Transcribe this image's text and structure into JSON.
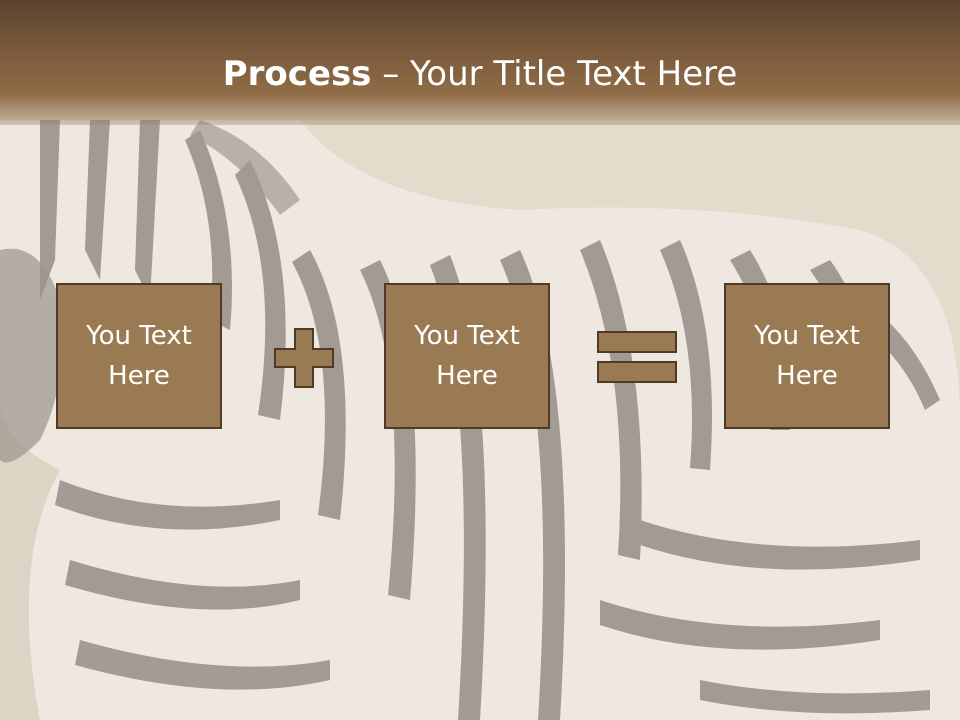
{
  "title": {
    "bold": "Process",
    "rest": " – Your Title Text Here"
  },
  "boxes": [
    {
      "label": "You Text\nHere"
    },
    {
      "label": "You Text\nHere"
    },
    {
      "label": "You Text\nHere"
    }
  ],
  "operators": {
    "plus": "plus-icon",
    "equals": "equals-icon"
  },
  "colors": {
    "title_bar": "#7a5a3c",
    "box_fill": "#9a7a52",
    "box_border": "#4e3a26",
    "operator_fill": "#9a7a52"
  },
  "background": "zebra-photo"
}
